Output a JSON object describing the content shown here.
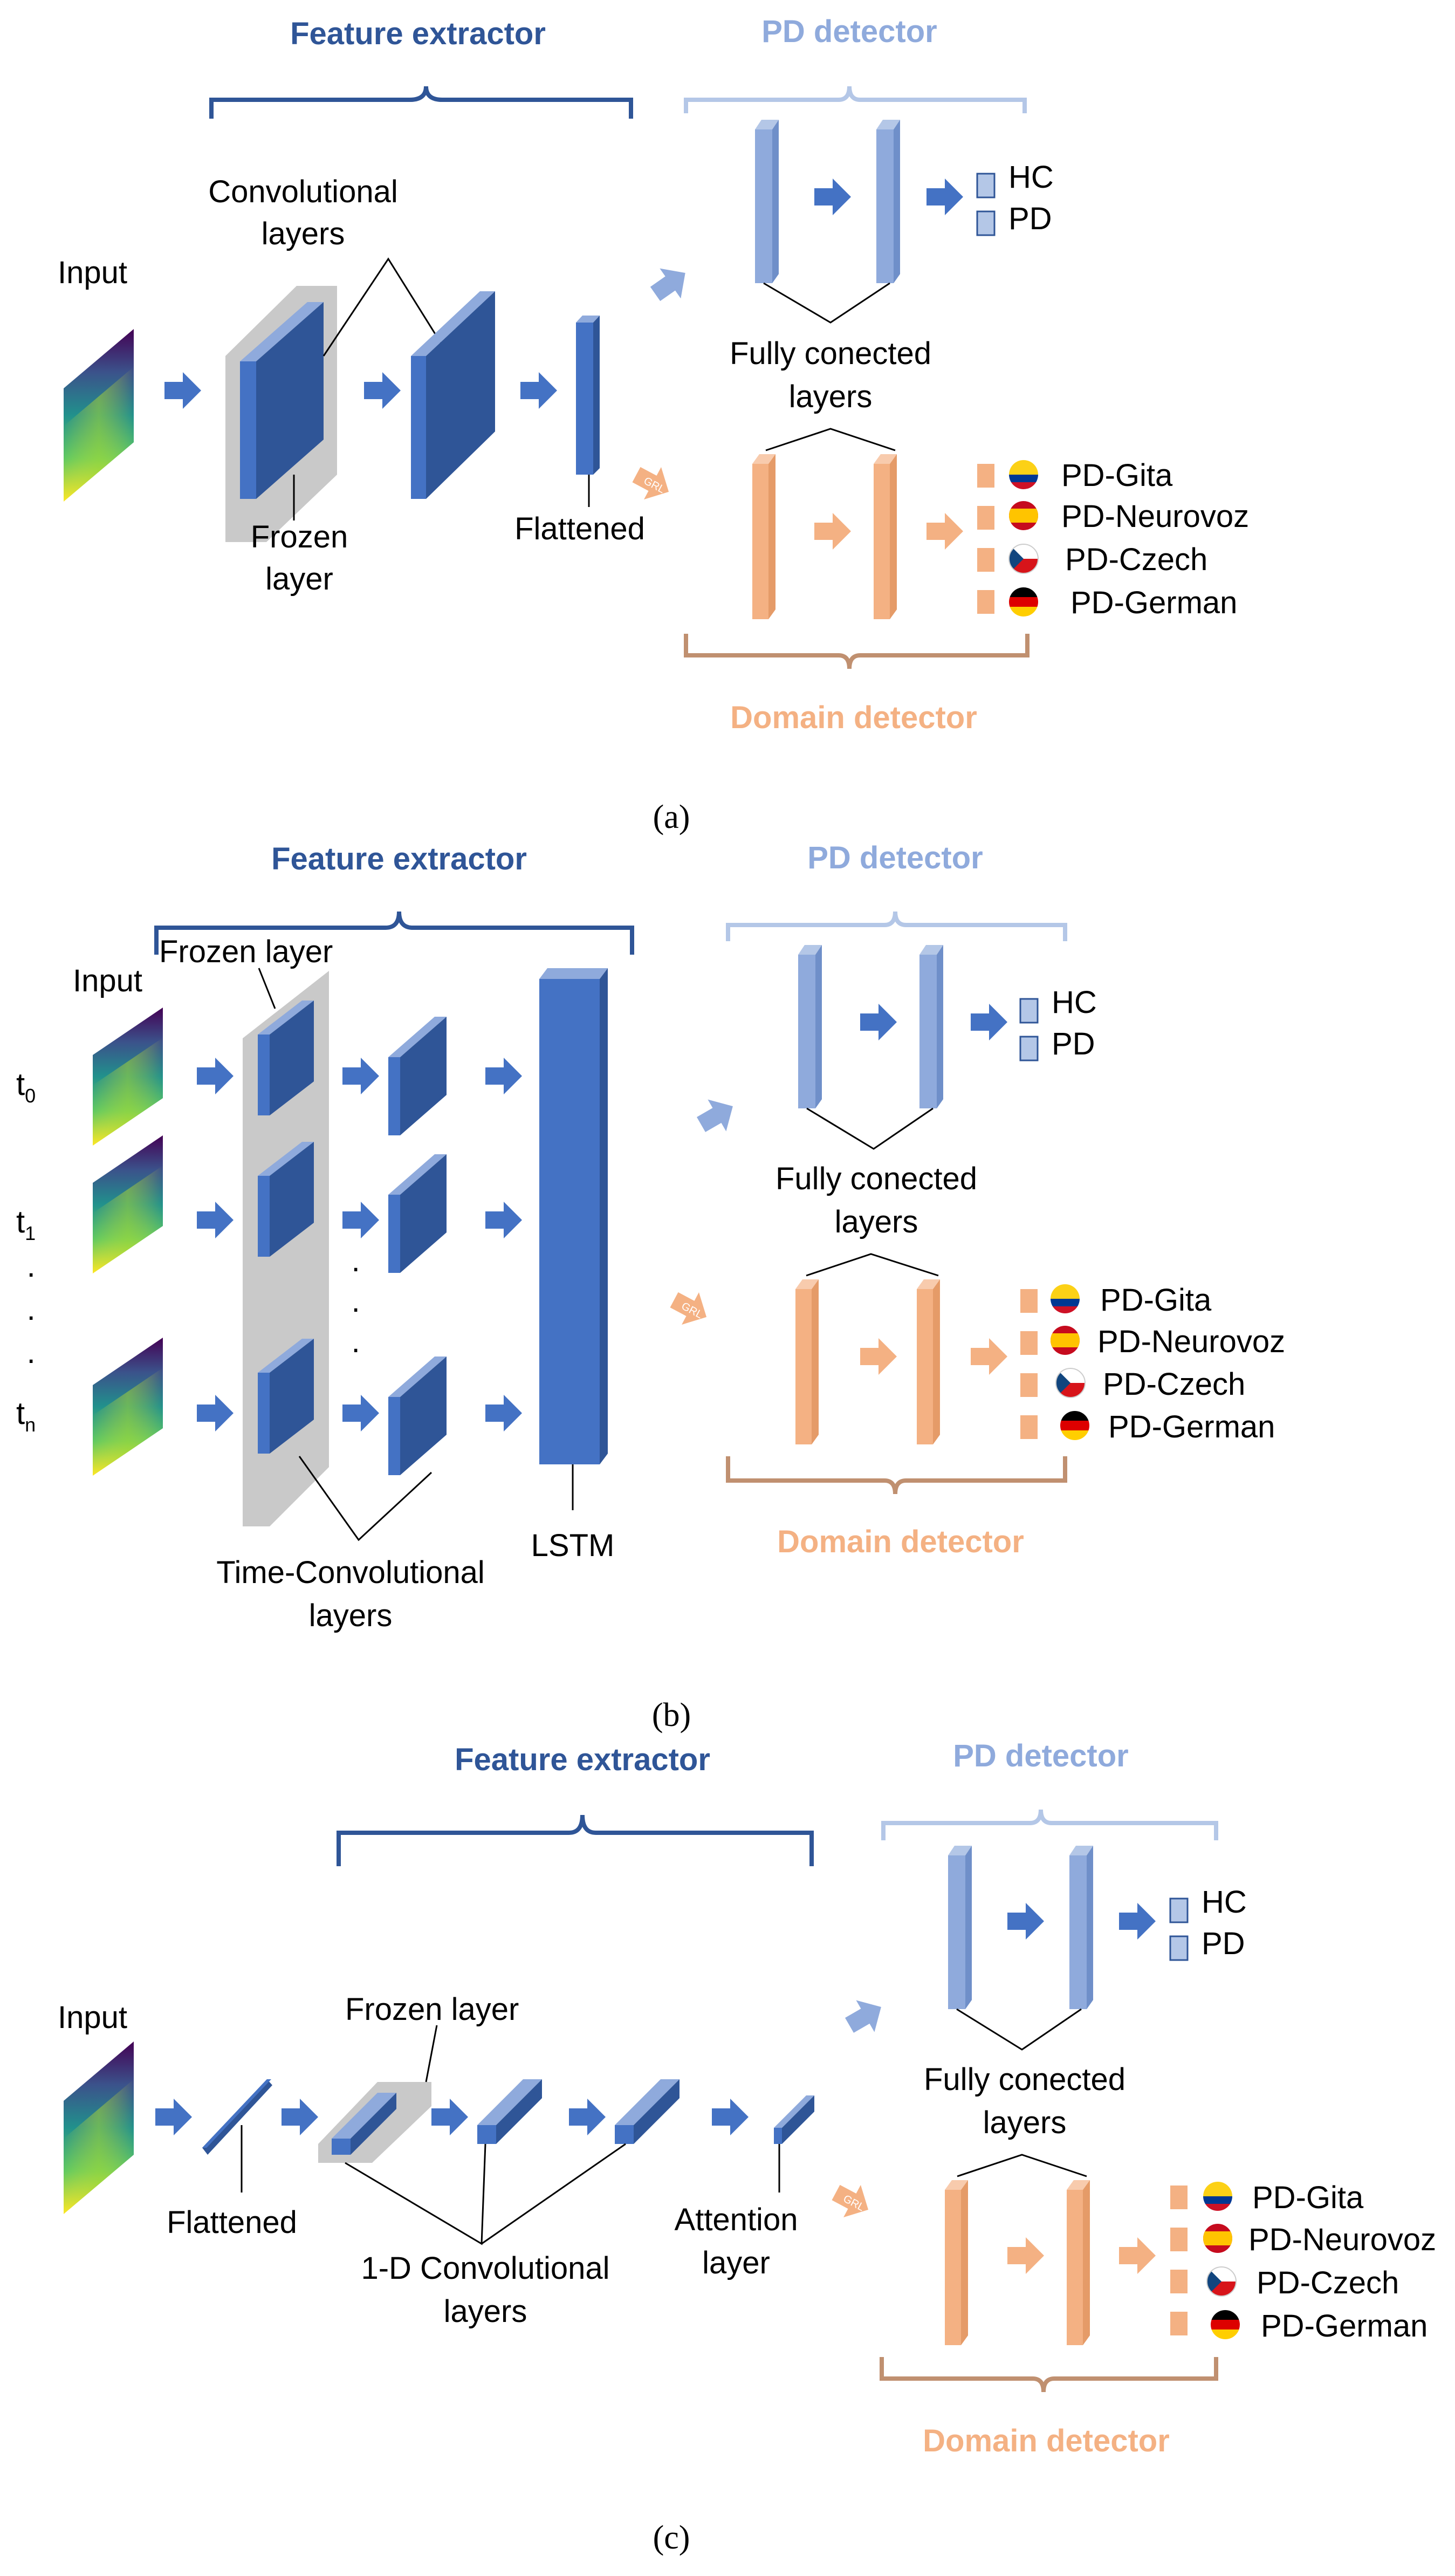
{
  "colors": {
    "feature": "#2f5597",
    "pd": "#8faadc",
    "domain": "#f4b183",
    "domain_text": "#f4b183",
    "block": "#4472c4",
    "frozen": "#c9c9c9"
  },
  "panel_a": {
    "feature_extractor": "Feature extractor",
    "pd_detector": "PD detector",
    "domain_detector": "Domain detector",
    "input": "Input",
    "conv_line1": "Convolutional",
    "conv_line2": "layers",
    "frozen_line1": "Frozen",
    "frozen_line2": "layer",
    "flattened": "Flattened",
    "fc_line1": "Fully conected",
    "fc_line2": "layers",
    "grl": "GRL",
    "classes": [
      "HC",
      "PD"
    ],
    "domains": [
      "PD-Gita",
      "PD-Neurovoz",
      "PD-Czech",
      "PD-German"
    ],
    "caption": "(a)"
  },
  "panel_b": {
    "feature_extractor": "Feature extractor",
    "pd_detector": "PD detector",
    "domain_detector": "Domain detector",
    "input": "Input",
    "frozen": "Frozen layer",
    "t0": "t",
    "t0_sub": "0",
    "t1": "t",
    "t1_sub": "1",
    "tn": "t",
    "tn_sub": "n",
    "dots": "·",
    "tconv_line1": "Time-Convolutional",
    "tconv_line2": "layers",
    "lstm": "LSTM",
    "fc_line1": "Fully conected",
    "fc_line2": "layers",
    "grl": "GRL",
    "classes": [
      "HC",
      "PD"
    ],
    "domains": [
      "PD-Gita",
      "PD-Neurovoz",
      "PD-Czech",
      "PD-German"
    ],
    "caption": "(b)"
  },
  "panel_c": {
    "feature_extractor": "Feature extractor",
    "pd_detector": "PD detector",
    "domain_detector": "Domain detector",
    "input": "Input",
    "frozen": "Frozen layer",
    "flattened": "Flattened",
    "conv1d_line1": "1-D Convolutional",
    "conv1d_line2": "layers",
    "attn_line1": "Attention",
    "attn_line2": "layer",
    "fc_line1": "Fully conected",
    "fc_line2": "layers",
    "grl": "GRL",
    "classes": [
      "HC",
      "PD"
    ],
    "domains": [
      "PD-Gita",
      "PD-Neurovoz",
      "PD-Czech",
      "PD-German"
    ],
    "caption": "(c)"
  }
}
